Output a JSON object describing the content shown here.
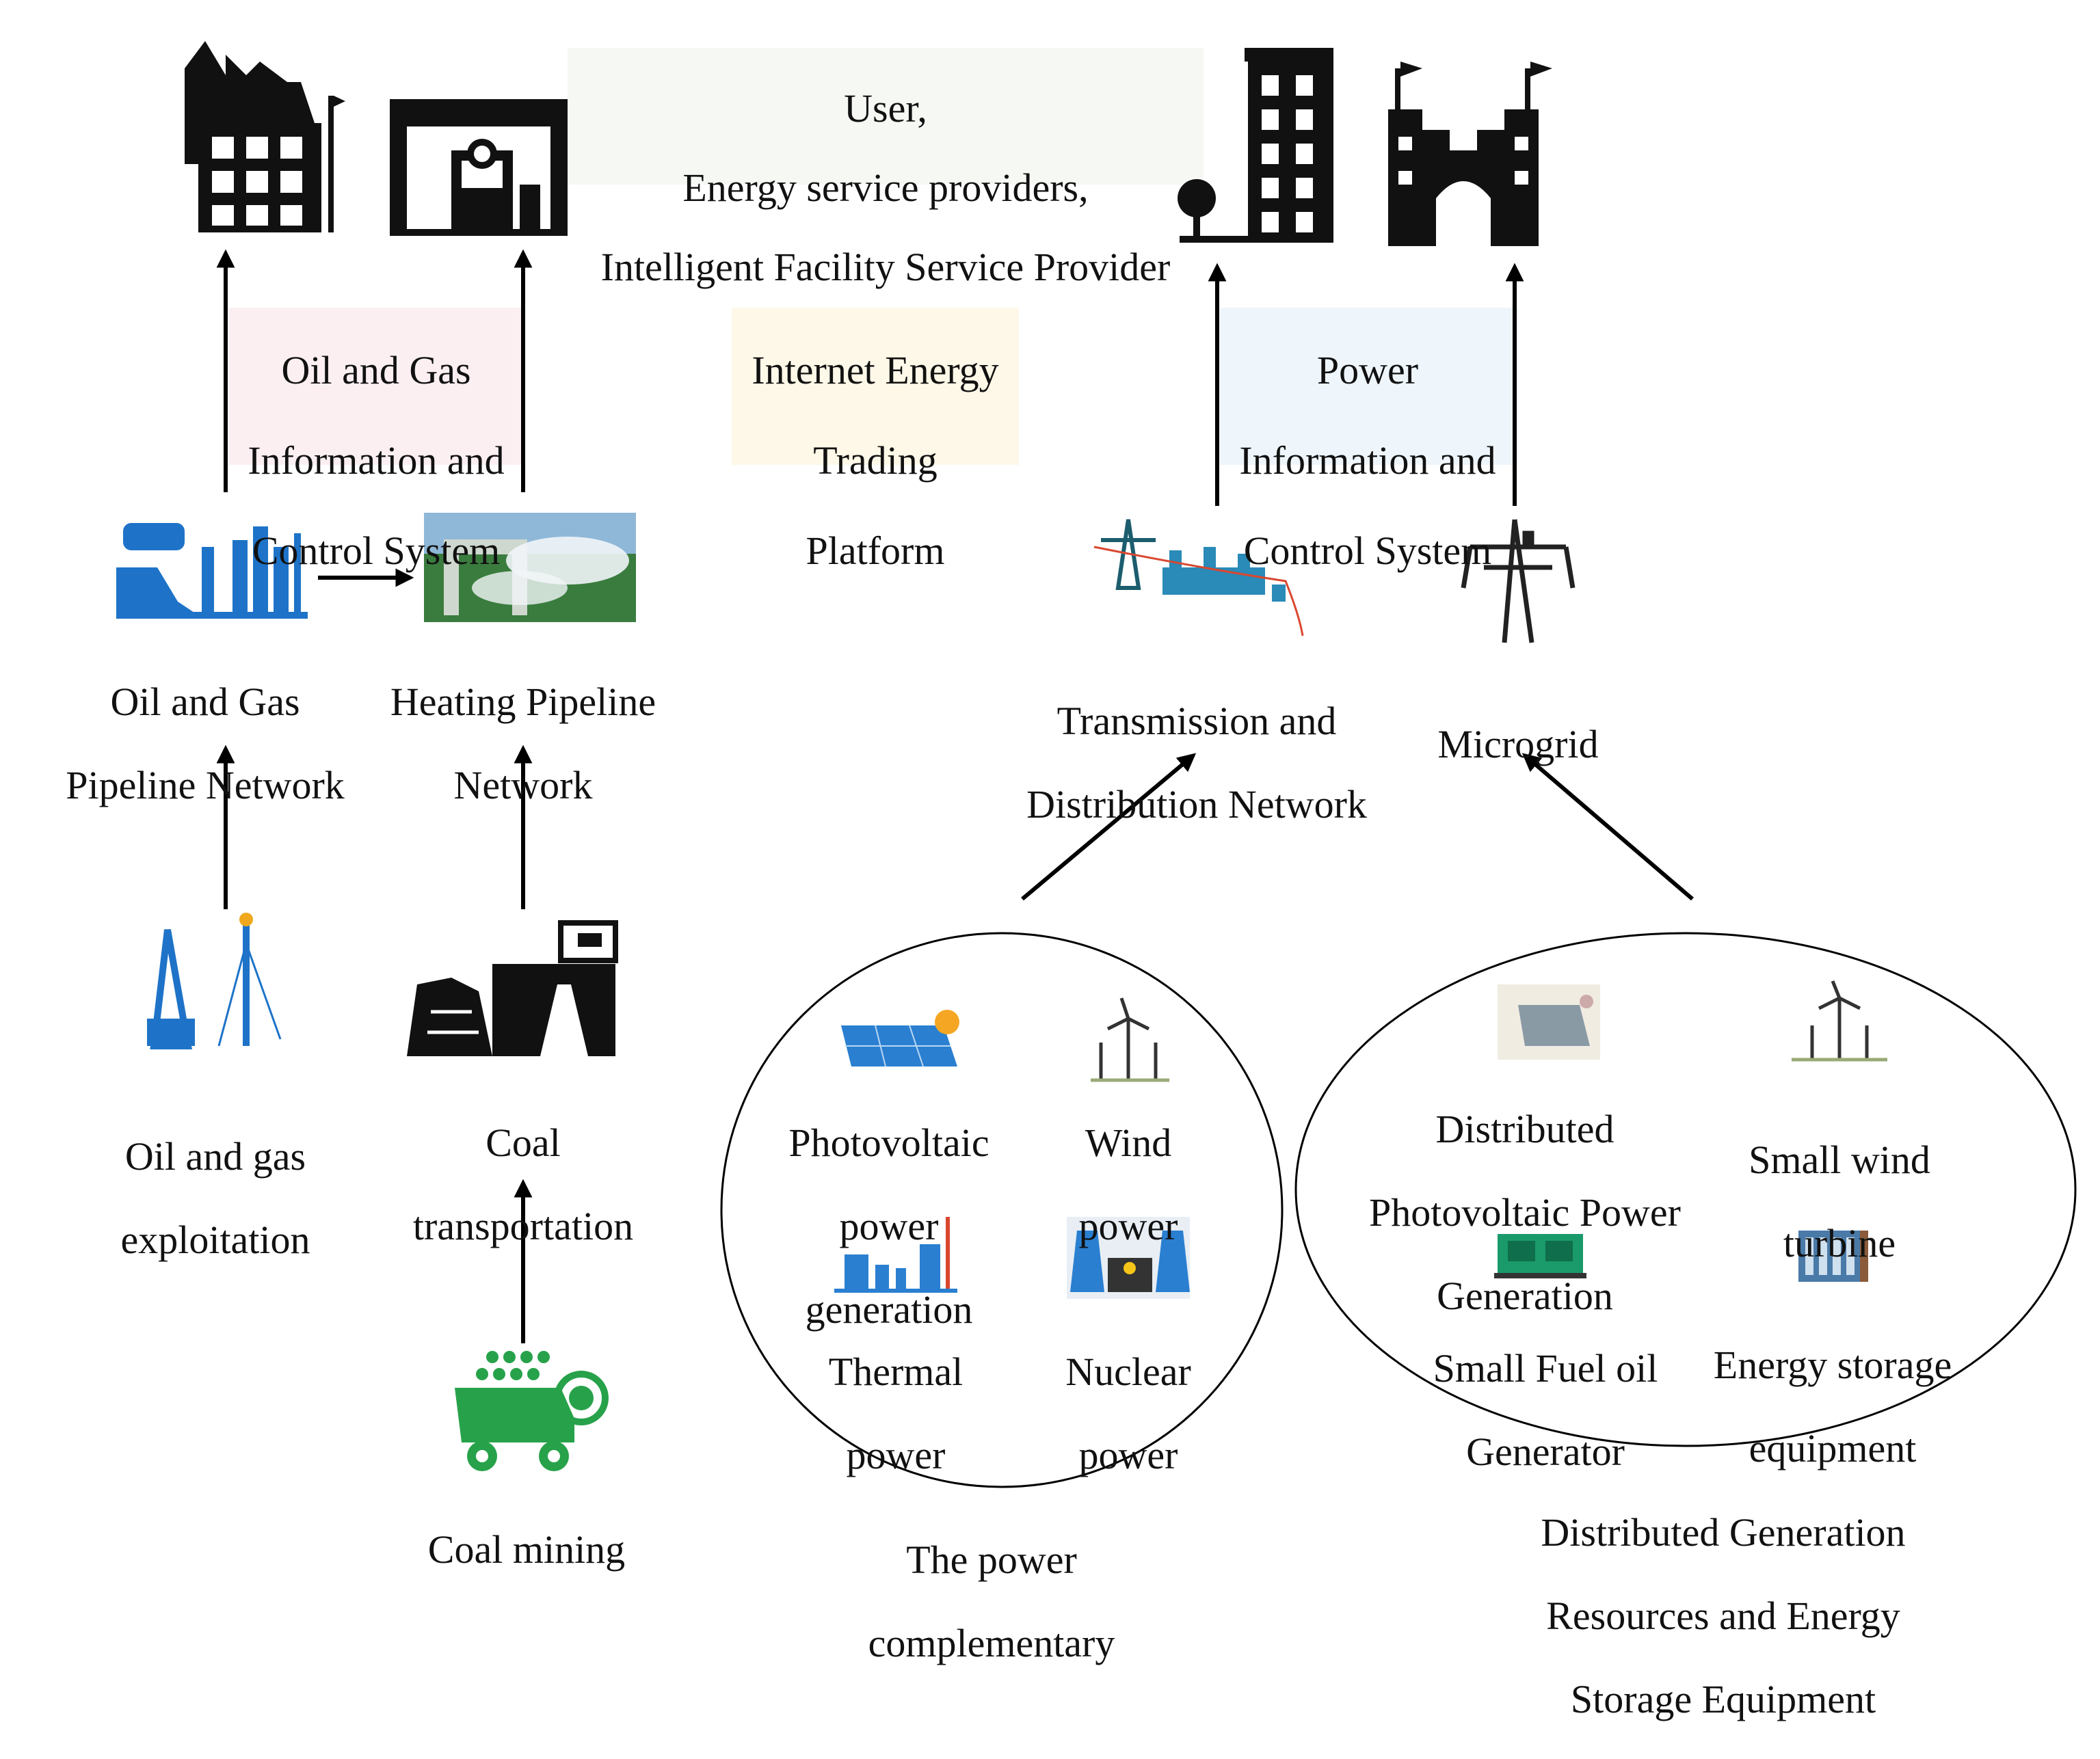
{
  "title_block": {
    "line1": "User,",
    "line2": "Energy service providers,",
    "line3": "Intelligent Facility Service Provider"
  },
  "systems": {
    "oil_gas": [
      "Oil and Gas",
      "Information and",
      "Control System"
    ],
    "trading": [
      "Internet Energy",
      "Trading",
      "Platform"
    ],
    "power": [
      "Power",
      "Information and",
      "Control System"
    ]
  },
  "networks": {
    "oil_gas_pipeline": [
      "Oil and Gas",
      "Pipeline Network"
    ],
    "heating_pipeline": [
      "Heating Pipeline",
      "Network"
    ],
    "transmission": [
      "Transmission and",
      "Distribution Network"
    ],
    "microgrid": [
      "Microgrid"
    ]
  },
  "sources": {
    "oil_gas_exploitation": [
      "Oil and gas",
      "exploitation"
    ],
    "coal_transportation": [
      "Coal",
      "transportation"
    ],
    "coal_mining": [
      "Coal mining"
    ]
  },
  "power_group": {
    "caption": [
      "The power",
      "complementary"
    ],
    "photovoltaic": [
      "Photovoltaic",
      "power",
      "generation"
    ],
    "wind": [
      "Wind",
      "power"
    ],
    "thermal": [
      "Thermal",
      "power"
    ],
    "nuclear": [
      "Nuclear",
      "power"
    ]
  },
  "distributed_group": {
    "caption": [
      "Distributed Generation",
      "Resources and Energy",
      "Storage Equipment"
    ],
    "dist_pv": [
      "Distributed",
      "Photovoltaic Power",
      "Generation"
    ],
    "small_wind": [
      "Small wind",
      "turbine"
    ],
    "fuel_gen": [
      "Small Fuel oil",
      "Generator"
    ],
    "storage": [
      "Energy storage",
      "equipment"
    ]
  },
  "colors": {
    "blue_icon": "#1e73c8",
    "green_icon": "#27a24a",
    "dark": "#111111",
    "shade_pink": "#fbeff2",
    "shade_yellow": "#fdf8e8",
    "shade_blue": "#eef6fb"
  }
}
